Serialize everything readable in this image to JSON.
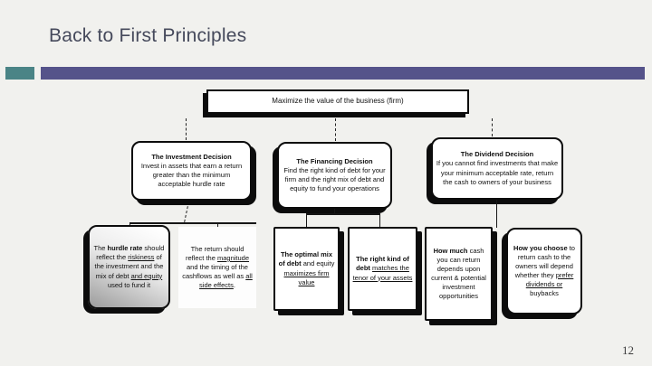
{
  "slide": {
    "title": "Back to First Principles",
    "page_number": "12",
    "accent_teal": "#4a8486",
    "accent_purple": "#55538a",
    "background": "#f1f1ee",
    "title_color": "#464a5c"
  },
  "diagram": {
    "boxes": {
      "root": {
        "segments": [
          {
            "t": "Maximize the value of the business (firm)"
          }
        ]
      },
      "investment": {
        "segments": [
          {
            "t": "The Investment Decision",
            "b": true
          },
          {
            "t": "\nInvest in assets that earn a return greater than the minimum acceptable hurdle rate"
          }
        ]
      },
      "financing": {
        "segments": [
          {
            "t": "The Financing Decision",
            "b": true
          },
          {
            "t": "\nFind the right kind of debt for your firm and the right mix of debt and equity to fund your operations"
          }
        ]
      },
      "dividend": {
        "segments": [
          {
            "t": "The Dividend Decision",
            "b": true
          },
          {
            "t": "\nIf you cannot find investments that make your minimum acceptable rate, return the cash to owners of your business"
          }
        ]
      },
      "hurdle": {
        "segments": [
          {
            "t": "The "
          },
          {
            "t": "hurdle rate",
            "b": true
          },
          {
            "t": " should reflect the "
          },
          {
            "t": "riskiness",
            "u": true
          },
          {
            "t": " of the investment and the mix of debt "
          },
          {
            "t": "and equity",
            "u": true
          },
          {
            "t": " used to fund it"
          }
        ]
      },
      "return": {
        "segments": [
          {
            "t": "The return should reflect the "
          },
          {
            "t": "magnitude",
            "u": true
          },
          {
            "t": " and the timing of the cashflows as well as "
          },
          {
            "t": "all side effects",
            "u": true
          },
          {
            "t": "."
          }
        ]
      },
      "optimal": {
        "segments": [
          {
            "t": "The optimal mix of debt",
            "b": true
          },
          {
            "t": " and equity "
          },
          {
            "t": "maximizes firm value",
            "u": true
          }
        ]
      },
      "rightkind": {
        "segments": [
          {
            "t": "The right kind of debt",
            "b": true
          },
          {
            "t": " "
          },
          {
            "t": "matches the tenor of your assets",
            "u": true
          }
        ]
      },
      "howmuch": {
        "segments": [
          {
            "t": "How much",
            "b": true
          },
          {
            "t": " cash you can return depends upon current & potential investment opportunities"
          }
        ]
      },
      "howchoose": {
        "segments": [
          {
            "t": "How you choose",
            "b": true
          },
          {
            "t": " to return cash to the owners will depend whether they "
          },
          {
            "t": "prefer dividends or",
            "u": true
          },
          {
            "t": " buybacks"
          }
        ]
      }
    }
  }
}
